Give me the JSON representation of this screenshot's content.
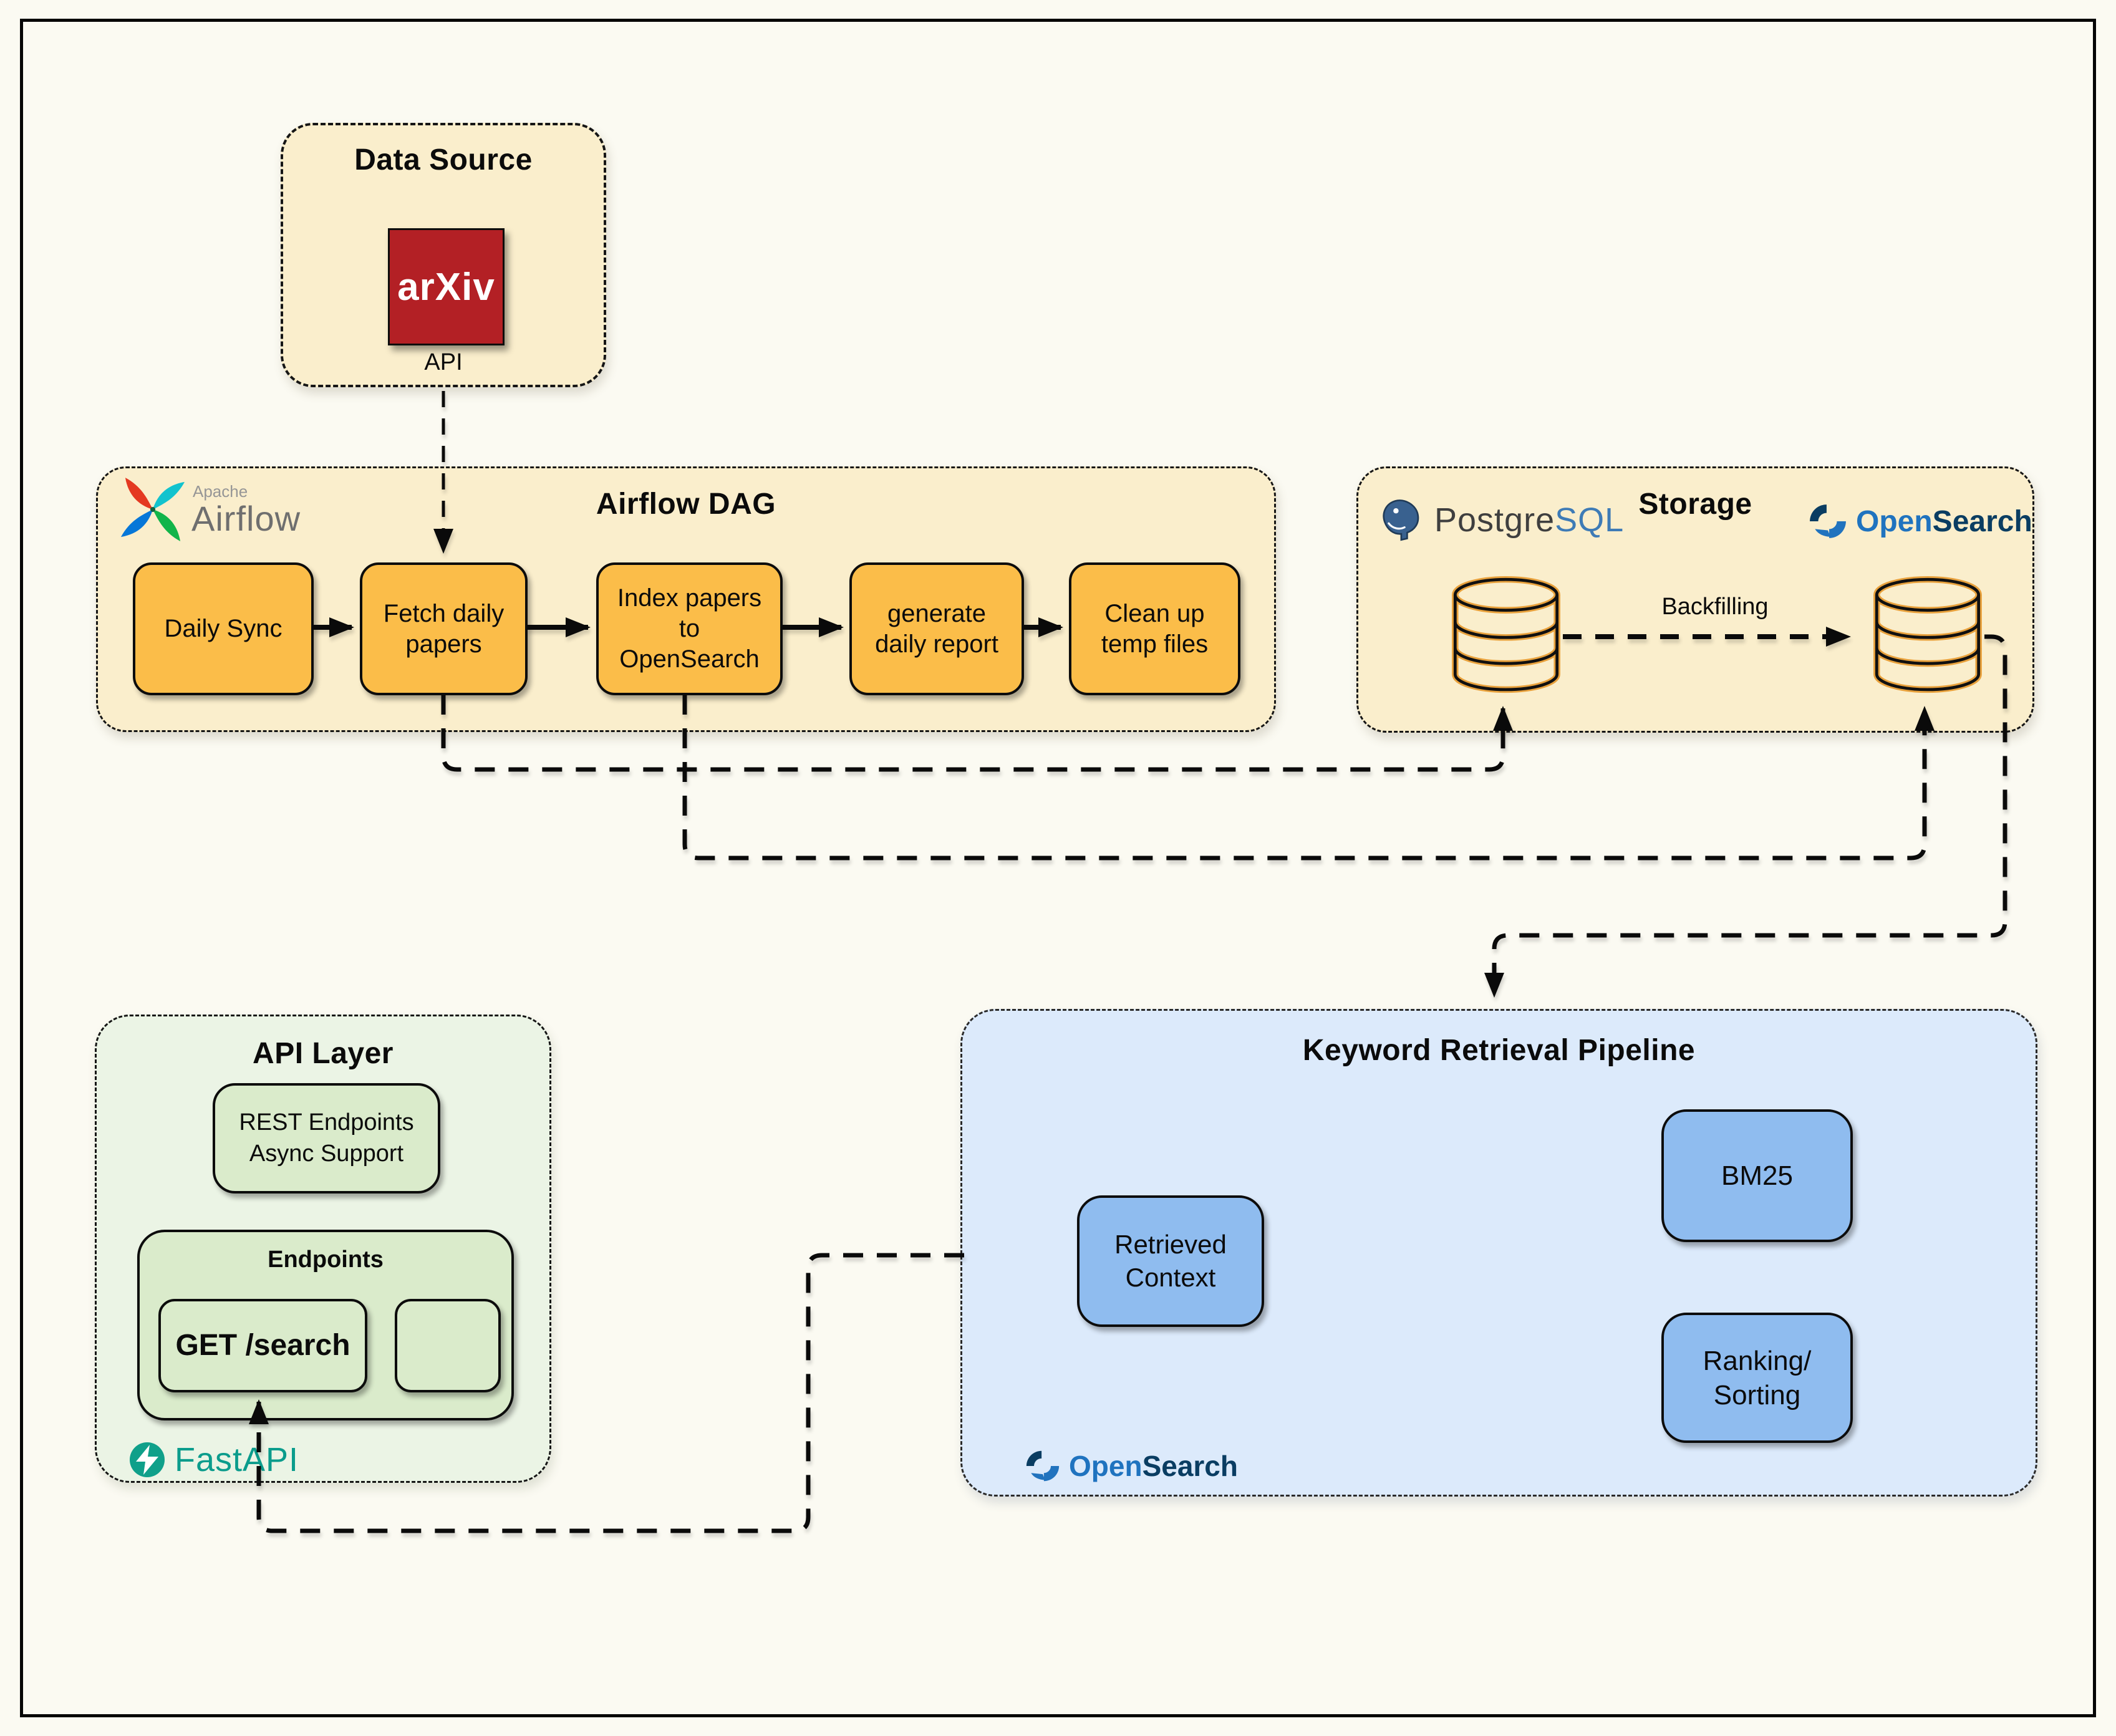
{
  "colors": {
    "background": "#FBFAF2",
    "frame": "#060606",
    "cream_fill": "#FAEECC",
    "task_fill": "#FBBD49",
    "green_fill": "#EBF4E5",
    "green_inner_fill": "#DAEBCB",
    "blue_fill": "#DCEAFB",
    "blue_inner_fill": "#8FBCEF",
    "arxiv_red": "#B32025",
    "fastapi_teal": "#0B9C8C",
    "opensearch_blue": "#1F73BF",
    "opensearch_navy": "#0A3D62",
    "postgres_blue": "#3E7BB6",
    "airflow_gray": "#6F6F6F",
    "cylinder_accent": "#E8A13C"
  },
  "icons": {
    "airflow": "pinwheel-icon",
    "postgresql": "elephant-icon",
    "opensearch": "swirl-icon",
    "fastapi": "lightning-circle-icon",
    "database": "cylinder-icon"
  },
  "data_source": {
    "title": "Data Source",
    "logo_text": "arXiv",
    "api_label": "API"
  },
  "airflow_dag": {
    "title": "Airflow DAG",
    "logo_top": "Apache",
    "logo_name": "Airflow",
    "tasks": [
      {
        "label": "Daily Sync"
      },
      {
        "label": "Fetch daily\npapers"
      },
      {
        "label": "Index papers\nto\nOpenSearch"
      },
      {
        "label": "generate\ndaily report"
      },
      {
        "label": "Clean up\ntemp files"
      }
    ]
  },
  "storage": {
    "title": "Storage",
    "postgres_word_dark": "Postgre",
    "postgres_word_blue": "SQL",
    "opensearch_word_blue": "Open",
    "opensearch_word_navy": "Search",
    "backfilling_label": "Backfilling"
  },
  "api_layer": {
    "title": "API Layer",
    "rest_box_label": "REST Endpoints\nAsync Support",
    "endpoints_title": "Endpoints",
    "get_search_label": "GET /search",
    "fastapi_label": "FastAPI"
  },
  "pipeline": {
    "title": "Keyword Retrieval Pipeline",
    "bm25_label": "BM25",
    "ranking_label": "Ranking/\nSorting",
    "retrieved_label": "Retrieved\nContext",
    "opensearch_word_blue": "Open",
    "opensearch_word_navy": "Search"
  }
}
